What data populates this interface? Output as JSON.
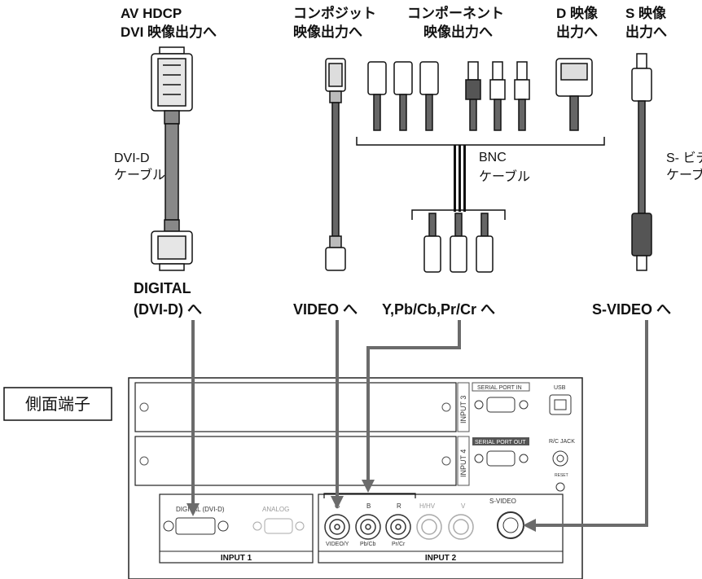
{
  "sources": {
    "dvi_out": [
      "AV HDCP",
      "DVI 映像出力へ"
    ],
    "composite_out": [
      "コンポジット",
      "映像出力へ"
    ],
    "component_out": [
      "コンポーネント",
      "映像出力へ"
    ],
    "d_video_out": [
      "D 映像",
      "出力へ"
    ],
    "s_video_out": [
      "S 映像",
      "出力へ"
    ]
  },
  "cables": {
    "dvi_d": [
      "DVI-D",
      "ケーブル"
    ],
    "bnc": [
      "BNC",
      "ケーブル"
    ],
    "s_video": [
      "S- ビデオ",
      "ケーブル"
    ]
  },
  "destinations": {
    "digital": [
      "DIGITAL",
      "(DVI-D) へ"
    ],
    "video": "VIDEO へ",
    "component": "Y,Pb/Cb,Pr/Cr へ",
    "s_video": "S-VIDEO へ"
  },
  "side_terminal": "側面端子",
  "panel": {
    "input3": "INPUT 3",
    "input4": "INPUT 4",
    "serial_in": "SERIAL PORT IN",
    "serial_out": "SERIAL PORT OUT",
    "usb": "USB",
    "rc_jack": "R/C JACK",
    "reset": "RESET",
    "digital_dvi": "DIGITAL (DVI-D)",
    "analog": "ANALOG",
    "input1": "INPUT 1",
    "input2": "INPUT 2",
    "g": "G",
    "b": "B",
    "r": "R",
    "hhv": "H/HV",
    "v": "V",
    "svideo": "S-VIDEO",
    "video_y": "VIDEO/Y",
    "pb_cb": "Pb/Cb",
    "pr_cr": "Pr/Cr"
  },
  "colors": {
    "arrow": "#6b6b6b",
    "line": "#111111"
  }
}
